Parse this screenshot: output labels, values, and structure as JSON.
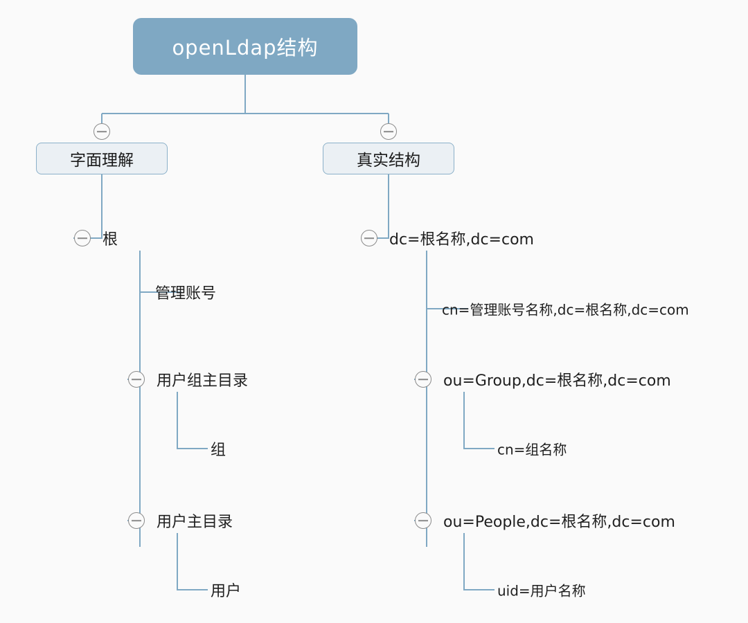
{
  "diagram": {
    "title": "openLdap结构",
    "type": "mind-map",
    "colors": {
      "background": "#fafafa",
      "root_fill": "#7fa8c3",
      "root_text": "#ffffff",
      "branch_fill": "#ebf0f4",
      "branch_border": "#8bb0c9",
      "connector": "#7fa8c3",
      "toggle_stroke": "#8a8a8a",
      "text": "#1f1f1f"
    },
    "root": {
      "label": "openLdap结构"
    },
    "branches": [
      {
        "id": "literal",
        "label": "字面理解",
        "toggle_icon": "minus-circle-icon",
        "children": [
          {
            "id": "root-literal",
            "label": "根",
            "toggle_icon": "minus-circle-icon",
            "children": [
              {
                "id": "admin-account",
                "label": "管理账号"
              },
              {
                "id": "group-home",
                "label": "用户组主目录",
                "toggle_icon": "minus-circle-icon",
                "children": [
                  {
                    "id": "group-item",
                    "label": "组"
                  }
                ]
              },
              {
                "id": "user-home",
                "label": "用户主目录",
                "toggle_icon": "minus-circle-icon",
                "children": [
                  {
                    "id": "user-item",
                    "label": "用户"
                  }
                ]
              }
            ]
          }
        ]
      },
      {
        "id": "real",
        "label": "真实结构",
        "toggle_icon": "minus-circle-icon",
        "children": [
          {
            "id": "dc-root",
            "label": "dc=根名称,dc=com",
            "toggle_icon": "minus-circle-icon",
            "children": [
              {
                "id": "cn-admin",
                "label": "cn=管理账号名称,dc=根名称,dc=com"
              },
              {
                "id": "ou-group",
                "label": "ou=Group,dc=根名称,dc=com",
                "toggle_icon": "minus-circle-icon",
                "children": [
                  {
                    "id": "cn-group",
                    "label": "cn=组名称"
                  }
                ]
              },
              {
                "id": "ou-people",
                "label": "ou=People,dc=根名称,dc=com",
                "toggle_icon": "minus-circle-icon",
                "children": [
                  {
                    "id": "uid-user",
                    "label": "uid=用户名称"
                  }
                ]
              }
            ]
          }
        ]
      }
    ]
  }
}
